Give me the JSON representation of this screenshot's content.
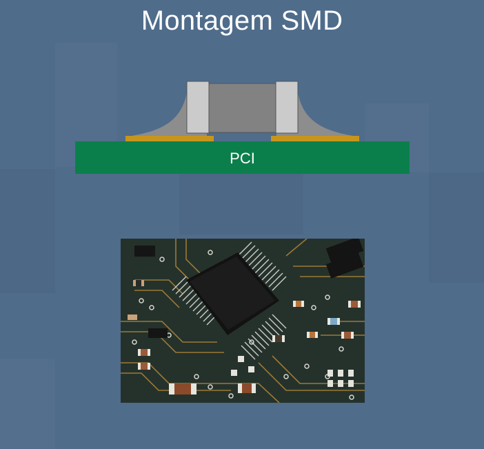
{
  "slide": {
    "title": "Montagem SMD"
  },
  "diagram": {
    "pcb_label": "PCI",
    "colors": {
      "pcb": "#0b7f4b",
      "pad": "#c8951c",
      "solder": "#8d8d8d",
      "body": "#828282",
      "terminal": "#cbcbcb"
    }
  },
  "photo": {
    "subject": "circuit-board-with-smd-chip"
  }
}
